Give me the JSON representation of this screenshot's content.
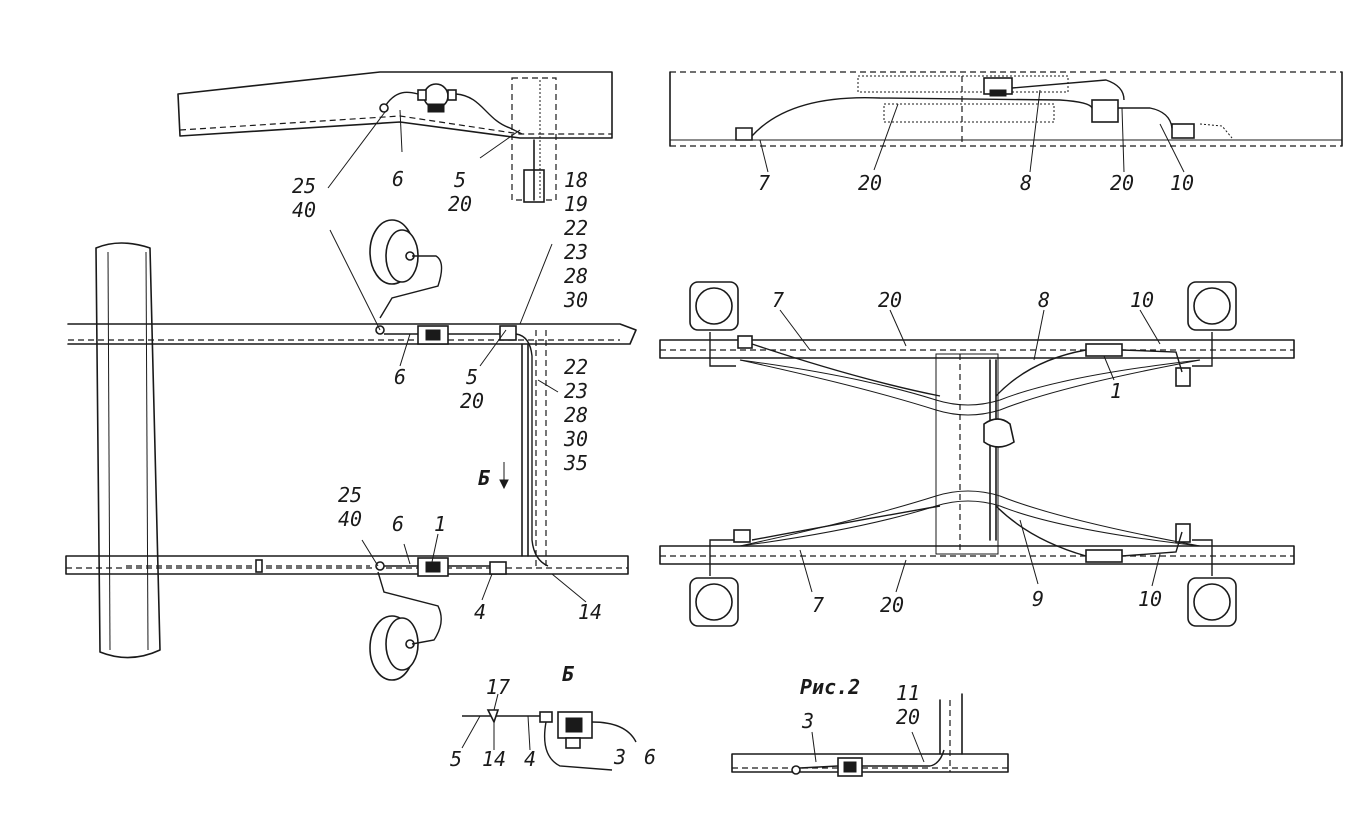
{
  "labels": {
    "top_left": {
      "l6": "6",
      "l5": "5",
      "l20": "20",
      "l18": "18",
      "l19": "19",
      "l22": "22",
      "l23": "23",
      "l28": "28",
      "l30": "30",
      "l25": "25",
      "l40": "40"
    },
    "left_frame": {
      "l6a": "6",
      "l5": "5",
      "l20": "20",
      "l22": "22",
      "l23": "23",
      "l28": "28",
      "l30": "30",
      "l35": "35",
      "view_arrow": "Б",
      "l25": "25",
      "l40": "40",
      "l6b": "6",
      "l1": "1",
      "l4": "4",
      "l14": "14"
    },
    "top_right": {
      "l7": "7",
      "l20a": "20",
      "l8": "8",
      "l20b": "20",
      "l10": "10"
    },
    "right_frame": {
      "l7a": "7",
      "l20a": "20",
      "l8": "8",
      "l10a": "10",
      "l1": "1",
      "l7b": "7",
      "l20b": "20",
      "l9": "9",
      "l10b": "10"
    },
    "view_b": {
      "title": "Б",
      "l17": "17",
      "l5": "5",
      "l14": "14",
      "l4": "4",
      "l3": "3",
      "l6": "6"
    },
    "figure": {
      "caption": "Рис.2",
      "l11": "11",
      "l20": "20",
      "l3": "3"
    }
  }
}
